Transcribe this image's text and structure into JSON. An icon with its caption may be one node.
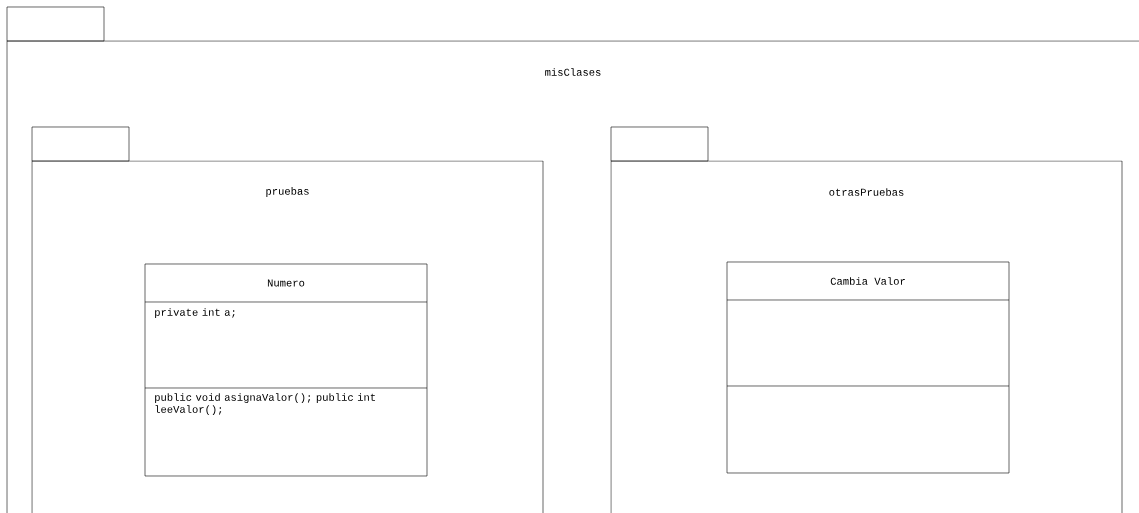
{
  "diagram": {
    "nodes": [
      {
        "text": [
          "misClases"
        ]
      },
      {
        "text": [
          "pruebas"
        ],
        "in": 0
      },
      {
        "text": [
          "Numero",
          "private int a;",
          "public void asignaValor(); public int leeValor();"
        ],
        "in": 1
      },
      {
        "text": [
          "otrasPruebas"
        ],
        "in": 0
      },
      {
        "text": [
          "Cambia Valor"
        ],
        "in": 3
      }
    ]
  }
}
